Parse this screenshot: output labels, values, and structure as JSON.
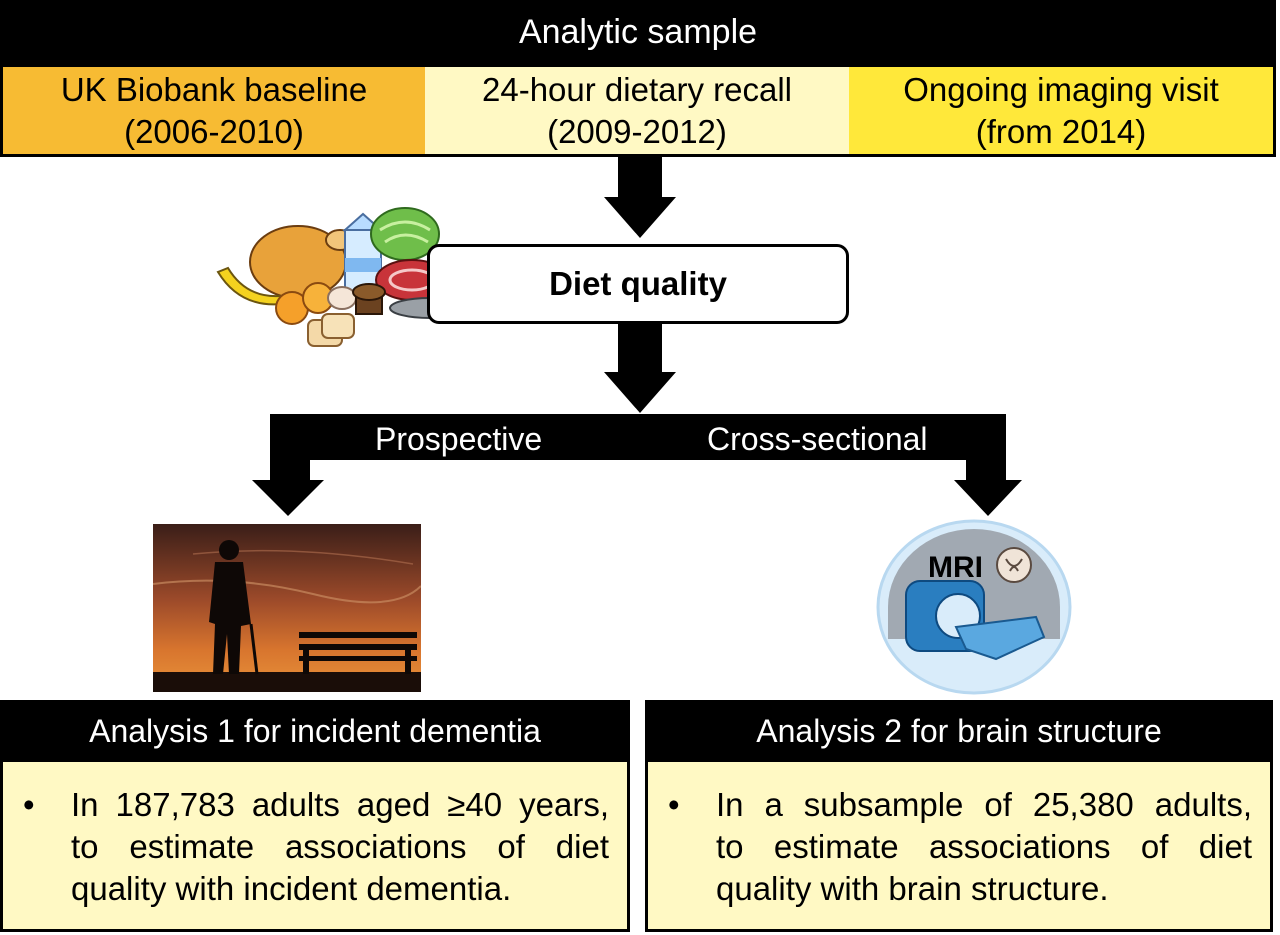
{
  "header": {
    "title": "Analytic sample"
  },
  "sources": [
    {
      "line1": "UK Biobank baseline",
      "line2": "(2006-2010)",
      "color": "#f7bb33"
    },
    {
      "line1": "24-hour dietary recall",
      "line2": "(2009-2012)",
      "color": "#fff9c4"
    },
    {
      "line1": "Ongoing imaging visit",
      "line2": "(from 2014)",
      "color": "#ffe83a"
    }
  ],
  "diet": {
    "label": "Diet quality",
    "icon": "food-collage-icon"
  },
  "branches": {
    "left_label": "Prospective",
    "right_label": "Cross-sectional"
  },
  "images": {
    "left": "elderly-man-sunset-bench-photo",
    "right": "mri-scanner-icon",
    "mri_text": "MRI"
  },
  "analyses": [
    {
      "title": "Analysis 1 for incident dementia",
      "bullet": "•",
      "lines": [
        "In 187,783 adults aged ≥40 years,",
        "to estimate associations of diet",
        "quality with incident dementia."
      ]
    },
    {
      "title": "Analysis 2 for brain structure",
      "bullet": "•",
      "lines": [
        "In a subsample of 25,380 adults,",
        "to estimate associations of diet",
        "quality with brain structure."
      ]
    }
  ]
}
